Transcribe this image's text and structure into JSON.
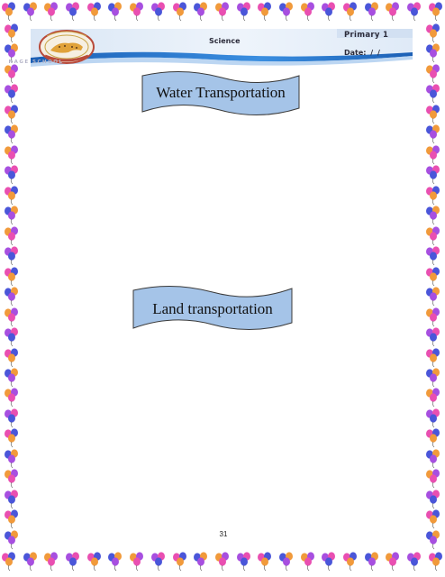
{
  "header": {
    "subject": "Science",
    "grade": "Primary 1",
    "date_label": "Date:  /  /",
    "school_caption": "NAGE SCHOOL"
  },
  "banners": {
    "water": "Water Transportation",
    "land": "Land transportation"
  },
  "footer": {
    "page_number": "31"
  },
  "colors": {
    "banner_fill": "#a5c4e8",
    "banner_stroke": "#3a3a3a",
    "header_blue": "#1f6fc7",
    "header_light": "#cfe0f3",
    "balloon_pink": "#e94fb1",
    "balloon_blue": "#4a56d9",
    "balloon_orange": "#f19a3b",
    "balloon_purple": "#a74fe0"
  },
  "icons": {
    "logo": "school-crest-leopard-icon",
    "border": "balloon-icon"
  }
}
